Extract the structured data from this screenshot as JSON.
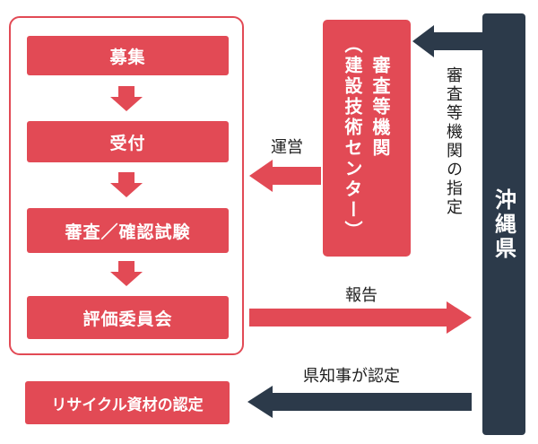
{
  "steps": [
    "募集",
    "受付",
    "審査／確認試験",
    "評価委員会"
  ],
  "center": {
    "line1": "審査等機関",
    "line2": "（建設技術センター）"
  },
  "prefecture": "沖縄県",
  "labels": {
    "designation": "審査等機関の指定",
    "operation": "運営",
    "report": "報告",
    "certification": "県知事が認定"
  },
  "recycle_label": "リサイクル資材の認定",
  "colors": {
    "accent": "#e24a55",
    "dark": "#2c3a4a"
  }
}
